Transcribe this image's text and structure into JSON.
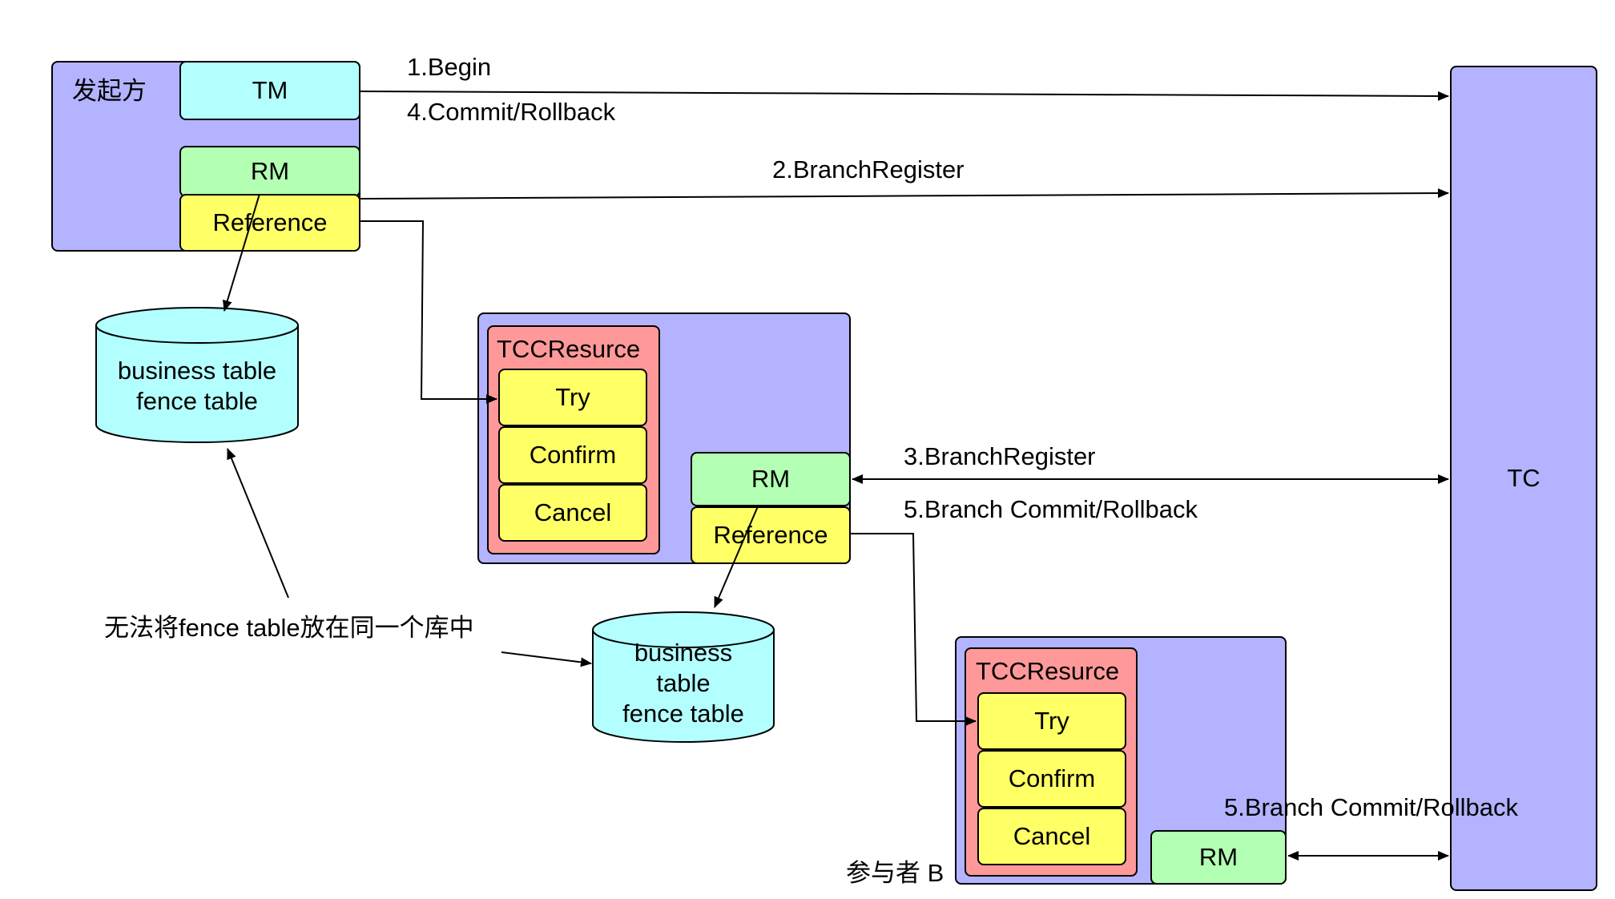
{
  "initiator": {
    "label": "发起方",
    "tm": "TM",
    "rm": "RM",
    "reference": "Reference"
  },
  "tc": {
    "label": "TC"
  },
  "db1": {
    "lines": [
      "business table",
      "fence table"
    ]
  },
  "participant_a": {
    "resource": "TCCResurce",
    "try": "Try",
    "confirm": "Confirm",
    "cancel": "Cancel",
    "rm": "RM",
    "reference": "Reference"
  },
  "db2": {
    "lines": [
      "business",
      "table",
      "fence table"
    ]
  },
  "participant_b": {
    "label": "参与者 B",
    "resource": "TCCResurce",
    "try": "Try",
    "confirm": "Confirm",
    "cancel": "Cancel",
    "rm": "RM"
  },
  "edges": {
    "begin": "1.Begin",
    "commit_rollback": "4.Commit/Rollback",
    "branch_register_initiator": "2.BranchRegister",
    "branch_register_a": "3.BranchRegister",
    "branch_commit_a": "5.Branch Commit/Rollback",
    "branch_commit_b": "5.Branch Commit/Rollback"
  },
  "note": {
    "text": "无法将fence table放在同一个库中"
  },
  "colors": {
    "container": "#b3b3ff",
    "tm": "#b3ffff",
    "rm": "#b3ffb3",
    "reference": "#ffff66",
    "resource": "#ff9999",
    "database": "#b3ffff"
  }
}
